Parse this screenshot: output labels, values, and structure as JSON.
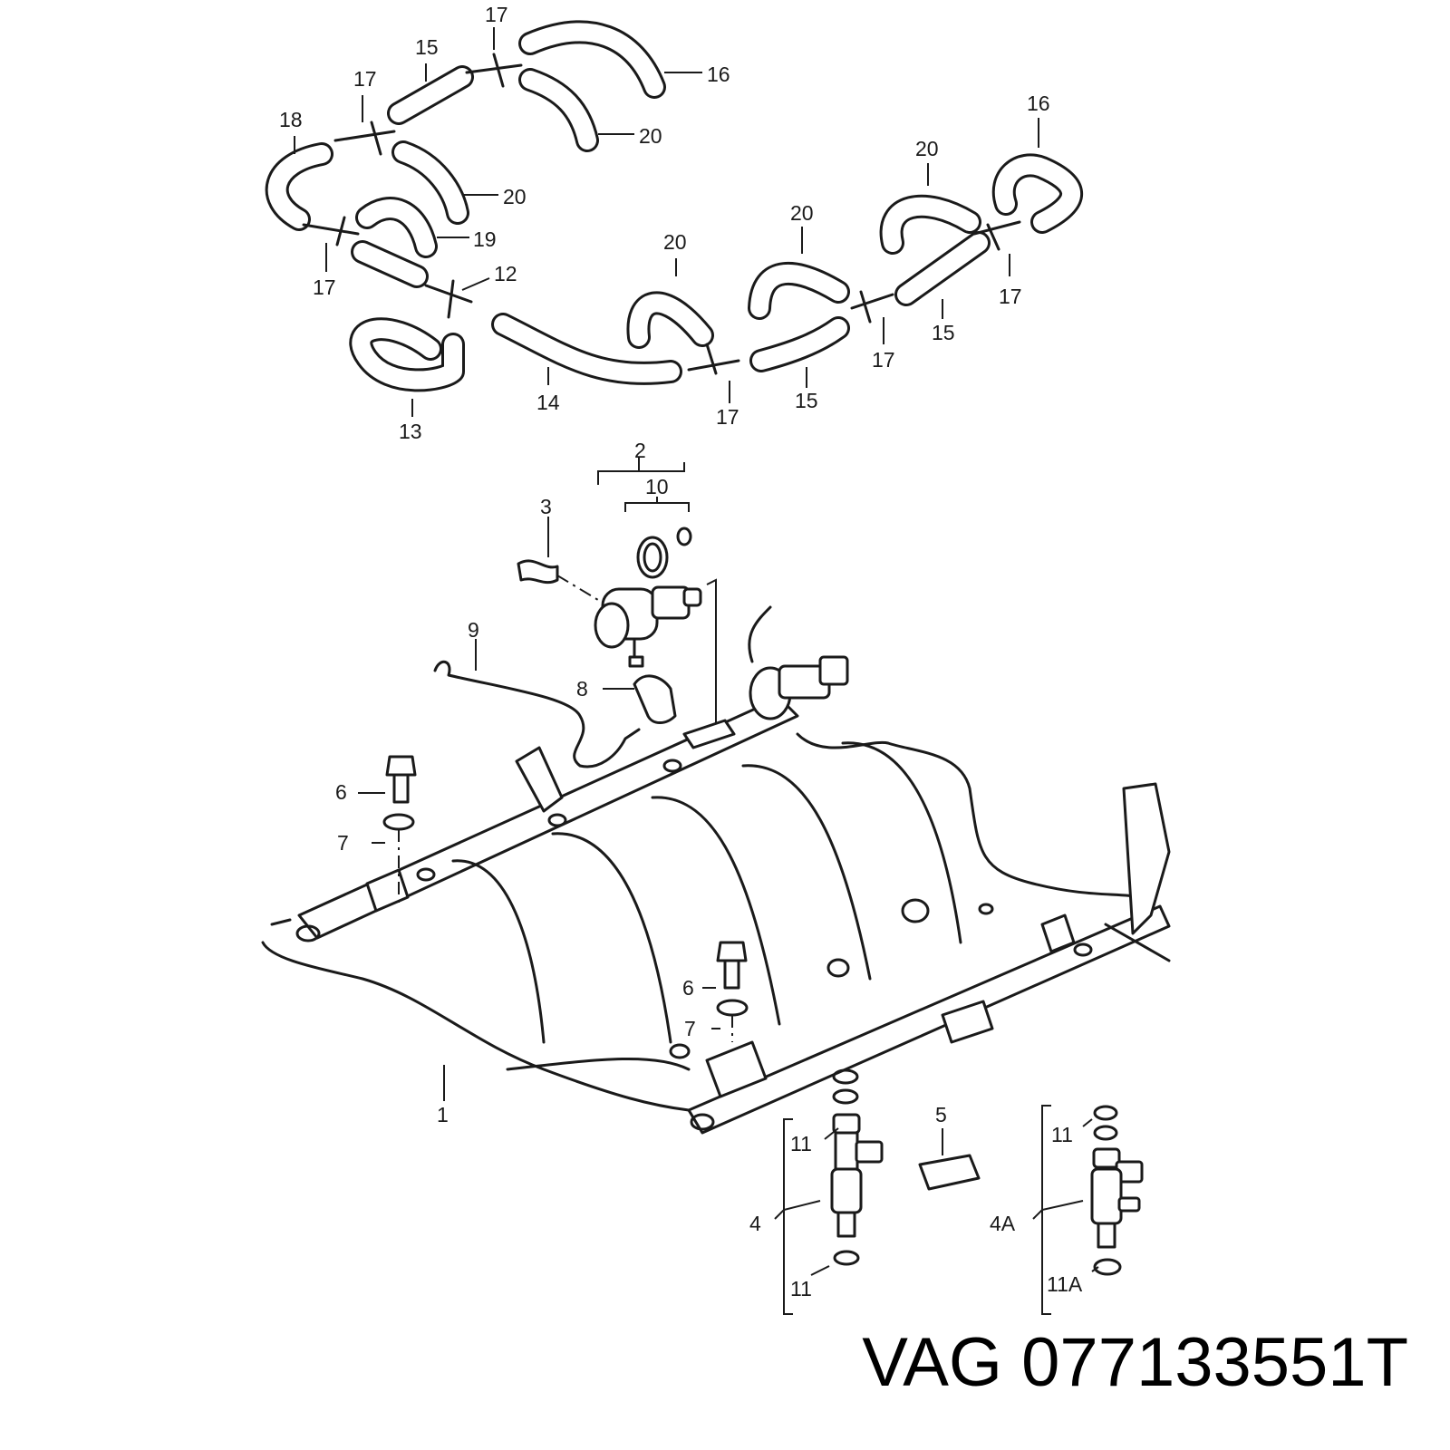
{
  "caption": "VAG 077133551T",
  "callouts": [
    "1",
    "2",
    "3",
    "4",
    "4A",
    "5",
    "6",
    "7",
    "8",
    "9",
    "10",
    "11",
    "11A",
    "12",
    "13",
    "14",
    "15",
    "16",
    "17",
    "18",
    "19",
    "20"
  ],
  "colors": {
    "ink": "#1a1a1a",
    "background": "#ffffff"
  }
}
